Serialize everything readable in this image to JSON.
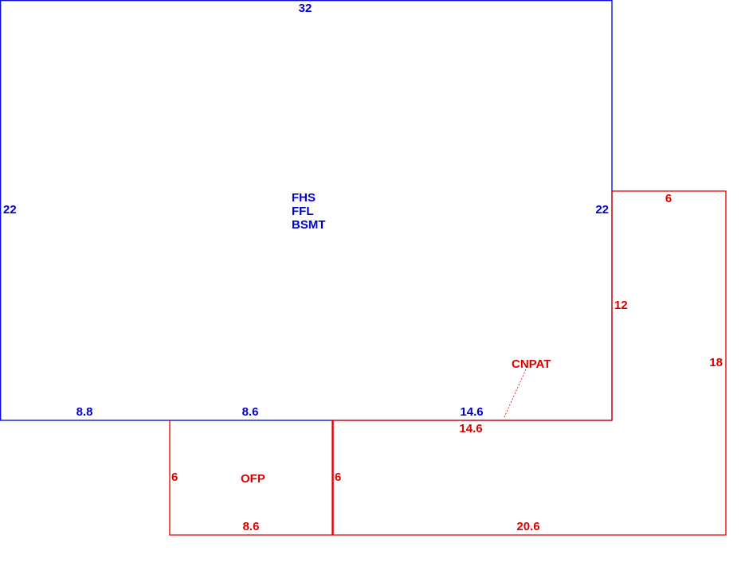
{
  "colors": {
    "main_structure": "#0000cc",
    "additions": "#dd0000"
  },
  "main": {
    "labels": [
      "FHS",
      "FFL",
      "BSMT"
    ],
    "dimensions": {
      "top": "32",
      "left": "22",
      "right": "22",
      "bottom_left": "8.8",
      "bottom_middle": "8.6",
      "bottom_right": "14.6"
    }
  },
  "ofp": {
    "label": "OFP",
    "dimensions": {
      "left": "6",
      "right": "6",
      "bottom": "8.6"
    }
  },
  "cnpat": {
    "label": "CNPAT",
    "dimensions": {
      "top": "6",
      "inner_side": "12",
      "outer_side": "18",
      "bottom": "20.6",
      "top_inner": "14.6"
    }
  }
}
